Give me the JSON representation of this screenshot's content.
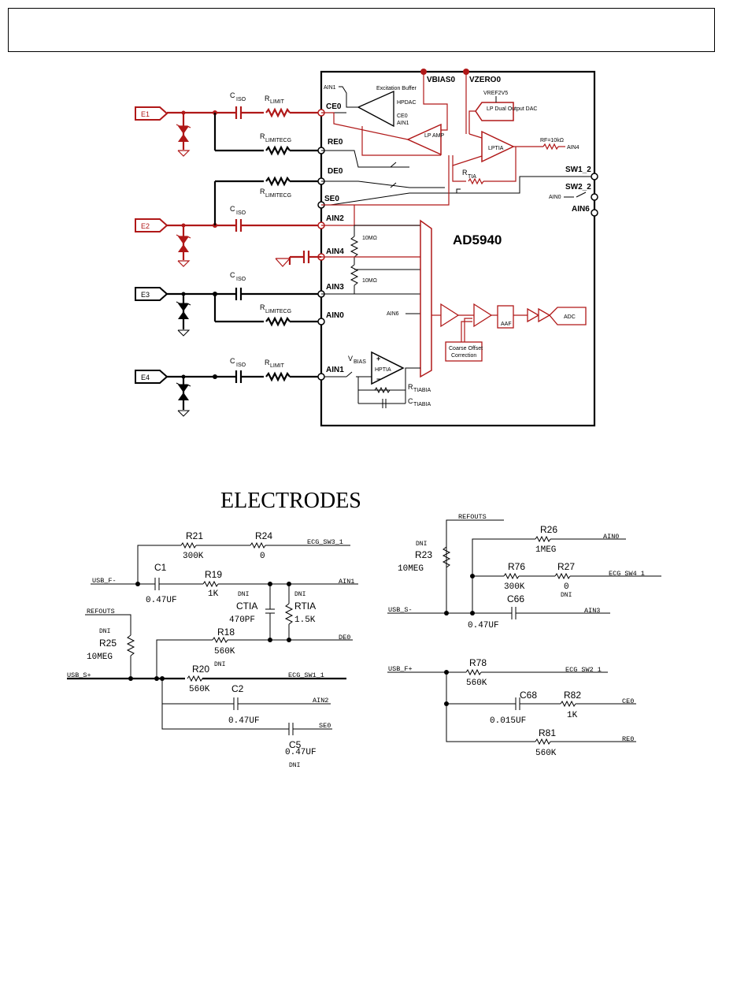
{
  "diagram1": {
    "chip_name": "AD5940",
    "electrodes": [
      "E1",
      "E2",
      "E3",
      "E4"
    ],
    "labels": {
      "ciso": "C",
      "iso": "ISO",
      "r": "R",
      "limit": "LIMIT",
      "limitecg": "LIMITECG"
    },
    "pins_left": [
      "CE0",
      "RE0",
      "DE0",
      "SE0",
      "AIN2",
      "AIN4",
      "AIN3",
      "AIN0",
      "AIN1"
    ],
    "pins_top": [
      "VBIAS0",
      "VZERO0"
    ],
    "pins_right": [
      "SW1_2",
      "SW2_2",
      "AIN6"
    ],
    "blocks": {
      "excitation_buffer": "Excitation Buffer",
      "hpdac": "HPDAC",
      "buf_ce0": "CE0",
      "buf_ain1": "AIN1",
      "buf_in": "AIN1",
      "lp_amp": "LP AMP",
      "lp_dac": "LP Dual Output DAC",
      "vref": "VREF2V5",
      "lptia": "LPTIA",
      "rf": "RF=10kΩ",
      "rf_out": "AIN4",
      "rtia": "R",
      "rtia_sub": "TIA",
      "ain0_sw": "AIN0",
      "r10m_1": "10MΩ",
      "r10m_2": "10MΩ",
      "ain6": "AIN6",
      "aaf": "AAF",
      "adc": "ADC",
      "coarse": "Coarse Offset",
      "correction": "Correction",
      "vbias": "V",
      "vbias_sub": "BIAS",
      "hptia": "HPTIA",
      "rtiabia": "R",
      "rtiabia_sub": "TIABIA",
      "ctiabia": "C",
      "ctiabia_sub": "TIABIA"
    }
  },
  "diagram2": {
    "title": "ELECTRODES",
    "left": {
      "R21": {
        "ref": "R21",
        "val": "300K"
      },
      "R24": {
        "ref": "R24",
        "val": "0"
      },
      "net_ecg_sw3": "ECG_SW3_1",
      "C1": {
        "ref": "C1",
        "val": "0.47UF"
      },
      "R19": {
        "ref": "R19",
        "val": "1K"
      },
      "net_usb_f_minus": "USB_F-",
      "net_ain1": "AIN1",
      "CTIA": {
        "dni": "DNI",
        "ref": "CTIA",
        "val": "470PF"
      },
      "RTIA": {
        "dni": "DNI",
        "ref": "RTIA",
        "val": "1.5K"
      },
      "net_refouts": "REFOUTS",
      "R25": {
        "dni": "DNI",
        "ref": "R25",
        "val": "10MEG"
      },
      "R18": {
        "ref": "R18",
        "val": "560K",
        "dni": "DNI"
      },
      "net_de0": "DE0",
      "net_usb_s_plus": "USB_S+",
      "R20": {
        "ref": "R20",
        "val": "560K"
      },
      "net_ecg_sw1": "ECG_SW1_1",
      "C2": {
        "ref": "C2",
        "val": "0.47UF"
      },
      "net_ain2": "AIN2",
      "net_se0": "SE0",
      "C5": {
        "ref": "C5",
        "val": "0.47UF",
        "dni": "DNI"
      }
    },
    "right": {
      "net_refouts": "REFOUTS",
      "R23": {
        "dni": "DNI",
        "ref": "R23",
        "val": "10MEG"
      },
      "R26": {
        "ref": "R26",
        "val": "1MEG"
      },
      "net_ain0": "AIN0",
      "R76": {
        "ref": "R76",
        "val": "300K"
      },
      "R27": {
        "ref": "R27",
        "val": "0",
        "dni": "DNI"
      },
      "net_ecg_sw4": "ECG_SW4_1",
      "net_usb_s_minus": "USB_S-",
      "C66": {
        "ref": "C66",
        "val": "0.47UF"
      },
      "net_ain3": "AIN3",
      "net_usb_f_plus": "USB_F+",
      "R78": {
        "ref": "R78",
        "val": "560K"
      },
      "net_ecg_sw2": "ECG_SW2_1",
      "C68": {
        "ref": "C68",
        "val": "0.015UF"
      },
      "R82": {
        "ref": "R82",
        "val": "1K"
      },
      "net_ce0": "CE0",
      "R81": {
        "ref": "R81",
        "val": "560K"
      },
      "net_re0": "RE0"
    }
  }
}
